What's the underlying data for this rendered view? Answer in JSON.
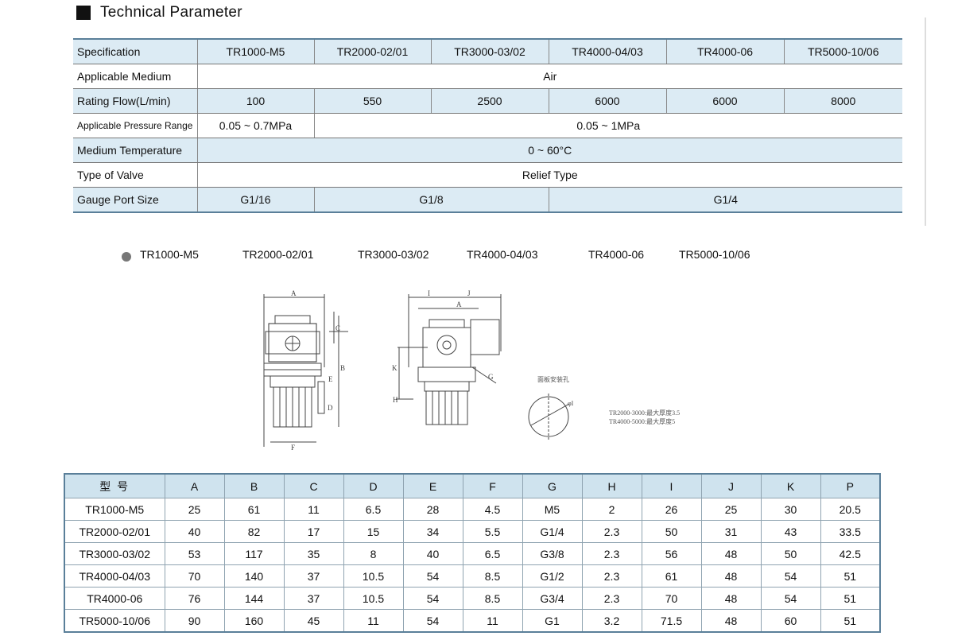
{
  "heading": "Technical Parameter",
  "params": {
    "spec_label": "Specification",
    "models": [
      "TR1000-M5",
      "TR2000-02/01",
      "TR3000-03/02",
      "TR4000-04/03",
      "TR4000-06",
      "TR5000-10/06"
    ],
    "medium_label": "Applicable Medium",
    "medium_value": "Air",
    "flow_label": "Rating Flow(L/min)",
    "flows": [
      "100",
      "550",
      "2500",
      "6000",
      "6000",
      "8000"
    ],
    "pressure_label": "Applicable Pressure Range",
    "pressure_first": "0.05 ~ 0.7MPa",
    "pressure_rest": "0.05 ~ 1MPa",
    "temp_label": "Medium Temperature",
    "temp_value": "0 ~ 60°C",
    "valve_label": "Type of Valve",
    "valve_value": "Relief Type",
    "gauge_label": "Gauge Port Size",
    "gauge_a": "G1/16",
    "gauge_b": "G1/8",
    "gauge_c": "G1/4"
  },
  "model_row": [
    "TR1000-M5",
    "TR2000-02/01",
    "TR3000-03/02",
    "TR4000-04/03",
    "TR4000-06",
    "TR5000-10/06"
  ],
  "drawing": {
    "left_labels": {
      "a": "A",
      "b": "B",
      "c": "C",
      "d": "D",
      "e": "E",
      "f": "F"
    },
    "right_labels": {
      "i": "I",
      "j": "J",
      "a": "A",
      "k": "K",
      "h": "H",
      "g": "G"
    },
    "panel_note": "面板安装孔",
    "phi": "φI",
    "note_1": "TR2000-3000:最大厚度3.5",
    "note_2": "TR4000-5000:最大厚度5"
  },
  "dims": {
    "header": [
      "型 号",
      "A",
      "B",
      "C",
      "D",
      "E",
      "F",
      "G",
      "H",
      "I",
      "J",
      "K",
      "P"
    ],
    "rows": [
      [
        "TR1000-M5",
        "25",
        "61",
        "11",
        "6.5",
        "28",
        "4.5",
        "M5",
        "2",
        "26",
        "25",
        "30",
        "20.5"
      ],
      [
        "TR2000-02/01",
        "40",
        "82",
        "17",
        "15",
        "34",
        "5.5",
        "G1/4",
        "2.3",
        "50",
        "31",
        "43",
        "33.5"
      ],
      [
        "TR3000-03/02",
        "53",
        "117",
        "35",
        "8",
        "40",
        "6.5",
        "G3/8",
        "2.3",
        "56",
        "48",
        "50",
        "42.5"
      ],
      [
        "TR4000-04/03",
        "70",
        "140",
        "37",
        "10.5",
        "54",
        "8.5",
        "G1/2",
        "2.3",
        "61",
        "48",
        "54",
        "51"
      ],
      [
        "TR4000-06",
        "76",
        "144",
        "37",
        "10.5",
        "54",
        "8.5",
        "G3/4",
        "2.3",
        "70",
        "48",
        "54",
        "51"
      ],
      [
        "TR5000-10/06",
        "90",
        "160",
        "45",
        "11",
        "54",
        "11",
        "G1",
        "3.2",
        "71.5",
        "48",
        "60",
        "51"
      ]
    ]
  }
}
